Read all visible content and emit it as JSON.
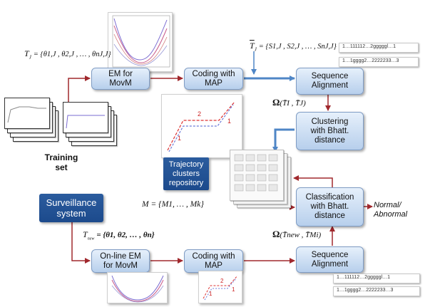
{
  "nodes": {
    "em_movm": "EM for\nMovM",
    "coding_map_top": "Coding with\nMAP",
    "sequence_alignment_top": "Sequence\nAlignment",
    "clustering": "Clustering\nwith Bhatt.\ndistance",
    "classification": "Classification\nwith Bhatt.\ndistance",
    "online_em": "On-line EM\nfor MovM",
    "coding_map_bottom": "Coding with\nMAP",
    "sequence_alignment_bottom": "Sequence\nAlignment"
  },
  "labels": {
    "training_set": "Training\nset",
    "trajectory_repository": "Trajectory\nclusters\nrepository",
    "surveillance_system": "Surveillance\nsystem",
    "output": "Normal/\nAbnormal"
  },
  "formulas": {
    "tj_lhs": "T",
    "tj_sub": "J",
    "tj_rhs": "= {θ1,J , θ2,J , … , θnJ,J}",
    "tbar_lhs": "T",
    "tbar_sub": "J",
    "tbar_rhs": "= {S1,J , S2,J , … , SnJ,J}",
    "omega_top_sym": "Ω",
    "omega_top_args": "(T̄I , T̄J)",
    "m_def": "M = {M1, … , Mk}",
    "tnew_lhs": "T",
    "tnew_sub": "new",
    "tnew_rhs": "= {θ1, θ2, … , θn}",
    "omega_bottom_sym": "Ω",
    "omega_bottom_args": "(T̄new , T̄Mi)"
  },
  "sequences": {
    "top_1": "1…111112…2gggggl…1",
    "top_2": "1…1gggg2…2222233…3",
    "bottom_1": "1…111112…2gggggl…1",
    "bottom_2": "1…1gggg2…2222233…3"
  },
  "plot_labels": {
    "top_seg_2": "2",
    "top_seg_1a": "1",
    "top_seg_1b": "1",
    "bottom_seg_2": "2",
    "bottom_seg_1a": "1",
    "bottom_seg_1b": "1"
  },
  "colors": {
    "arrow_dark_red": "#a0282d",
    "arrow_blue": "#4f86c6",
    "navy": "#1f4e8c",
    "node_fill_top": "#e6f0fb",
    "node_fill_bottom": "#b7cfec"
  }
}
